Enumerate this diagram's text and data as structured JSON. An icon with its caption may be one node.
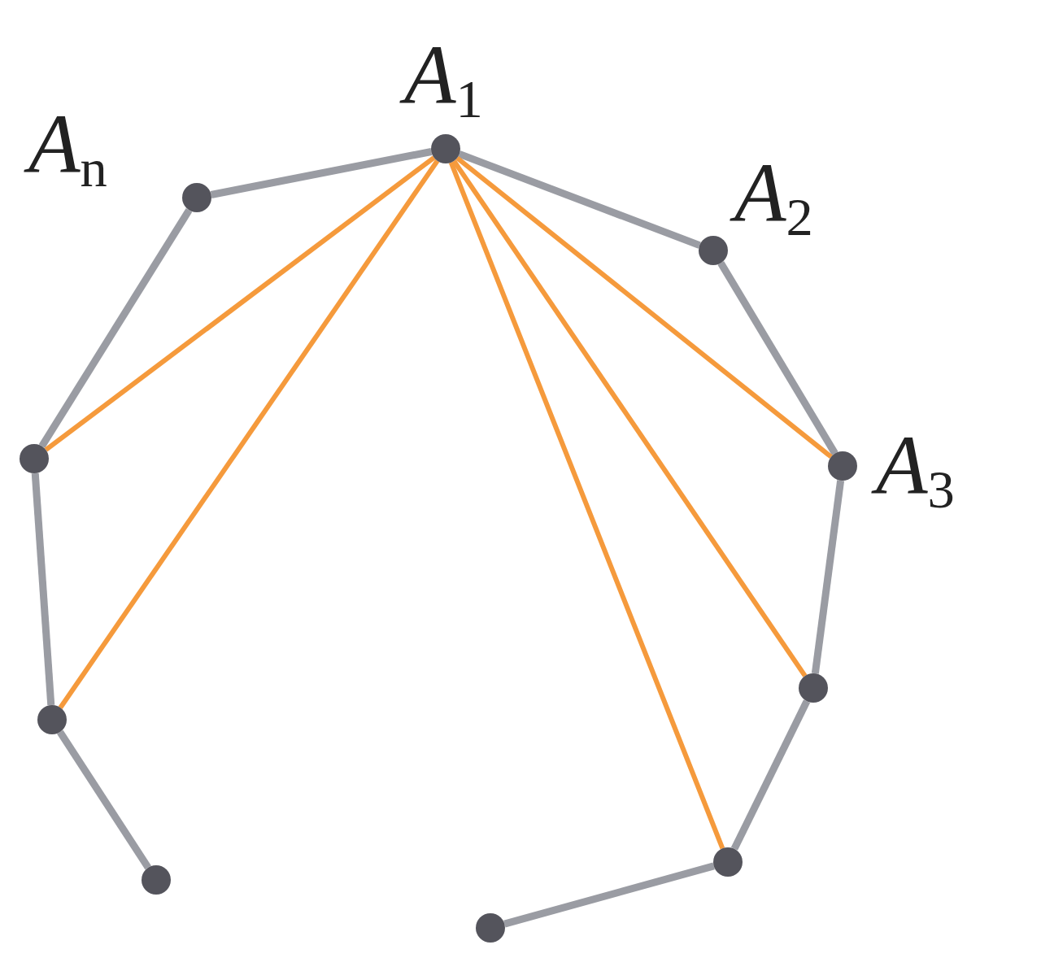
{
  "diagram": {
    "nodes": [
      {
        "text": [],
        "shape": "circle",
        "beside": [
          "A$_{1}$"
        ]
      },
      {
        "text": [],
        "shape": "circle",
        "beside": [
          "A$_{n}$"
        ]
      },
      {
        "text": [],
        "shape": "circle",
        "beside": [
          "A$_{2}$"
        ]
      },
      {
        "text": [],
        "shape": "circle",
        "beside": [
          "A$_{3}$"
        ]
      },
      {
        "text": [],
        "shape": "circle"
      },
      {
        "text": [],
        "shape": "circle"
      },
      {
        "text": [],
        "shape": "circle"
      },
      {
        "text": [],
        "shape": "circle"
      },
      {
        "text": [],
        "shape": "circle"
      },
      {
        "text": [],
        "shape": "circle"
      }
    ],
    "edges": [
      {
        "from": 0,
        "to": 2,
        "arrow": "none"
      },
      {
        "from": 2,
        "to": 3,
        "arrow": "none"
      },
      {
        "from": 3,
        "to": 5,
        "arrow": "none"
      },
      {
        "from": 5,
        "to": 7,
        "arrow": "none"
      },
      {
        "from": 7,
        "to": 9,
        "arrow": "none"
      },
      {
        "from": 0,
        "to": 1,
        "arrow": "none"
      },
      {
        "from": 1,
        "to": 4,
        "arrow": "none"
      },
      {
        "from": 4,
        "to": 6,
        "arrow": "none"
      },
      {
        "from": 6,
        "to": 8,
        "arrow": "none"
      },
      {
        "from": 0,
        "to": 4,
        "arrow": "none",
        "color": "#f59a3c"
      },
      {
        "from": 0,
        "to": 6,
        "arrow": "none",
        "color": "#f59a3c"
      },
      {
        "from": 0,
        "to": 7,
        "arrow": "none",
        "color": "#f59a3c"
      },
      {
        "from": 0,
        "to": 5,
        "arrow": "none",
        "color": "#f59a3c"
      },
      {
        "from": 0,
        "to": 3,
        "arrow": "none",
        "color": "#f59a3c"
      }
    ]
  }
}
